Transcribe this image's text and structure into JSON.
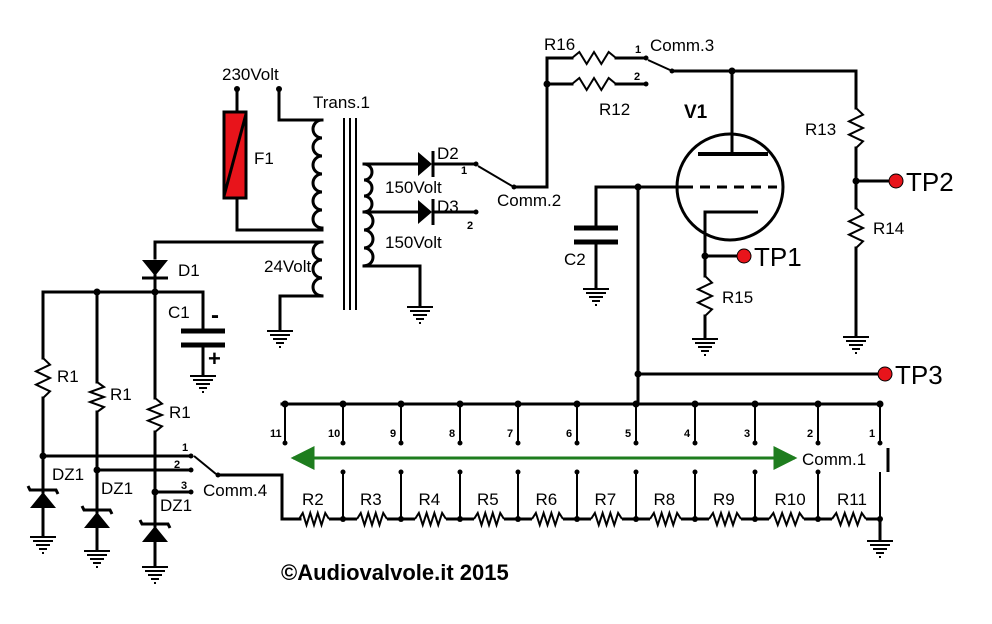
{
  "labels": {
    "mains": "230Volt",
    "fuse": "F1",
    "transformer": "Trans.1",
    "sec_hv1": "150Volt",
    "sec_hv2": "150Volt",
    "sec_lv": "24Volt",
    "d1": "D1",
    "d2": "D2",
    "d3": "D3",
    "c1": "C1",
    "c1_neg": "-",
    "c1_pos": "+",
    "c2": "C2",
    "r1a": "R1",
    "r1b": "R1",
    "r1c": "R1",
    "dz1a": "DZ1",
    "dz1b": "DZ1",
    "dz1c": "DZ1",
    "r12": "R12",
    "r13": "R13",
    "r14": "R14",
    "r15": "R15",
    "r16": "R16",
    "v1": "V1",
    "comm1": "Comm.1",
    "comm2": "Comm.2",
    "comm3": "Comm.3",
    "comm4": "Comm.4",
    "tp1": "TP1",
    "tp2": "TP2",
    "tp3": "TP3",
    "copyright": "©Audiovalvole.it 2015"
  },
  "comm2_pins": [
    "1",
    "2"
  ],
  "comm3_pins": [
    "1",
    "2"
  ],
  "comm4_pins": [
    "1",
    "2",
    "3"
  ],
  "comm1_pins": [
    "11",
    "10",
    "9",
    "8",
    "7",
    "6",
    "5",
    "4",
    "3",
    "2",
    "1"
  ],
  "divider_resistors": [
    "R2",
    "R3",
    "R4",
    "R5",
    "R6",
    "R7",
    "R8",
    "R9",
    "R10",
    "R11"
  ],
  "colors": {
    "wire": "#000000",
    "fuse_fill": "#e8141b",
    "test_point": "#e8141b",
    "arrow": "#1e7d1e"
  }
}
